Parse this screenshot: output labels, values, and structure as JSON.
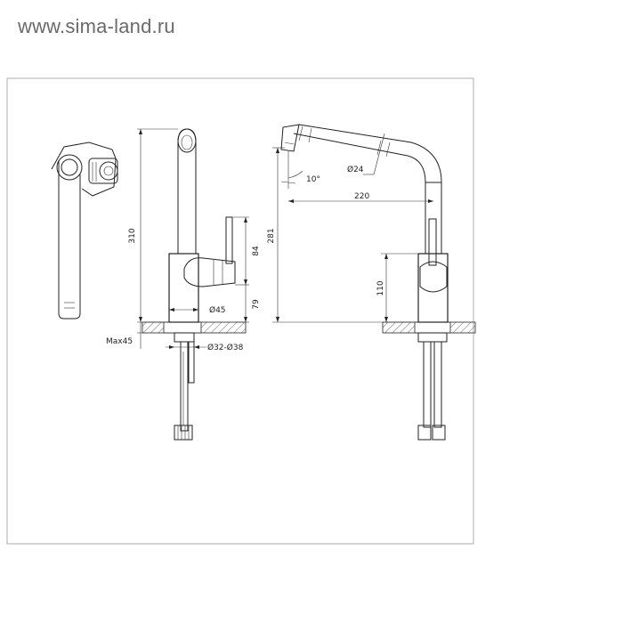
{
  "watermark": "www.sima-land.ru",
  "dimensions": {
    "side_total_height": "310",
    "side_lever_height": "84",
    "side_base_height": "79",
    "side_body_diameter": "Ø45",
    "side_max_thickness": "Max45",
    "side_hole_diameter": "Ø32-Ø38",
    "front_spout_angle": "10°",
    "front_spout_diameter": "Ø24",
    "front_reach": "220",
    "front_spout_height": "281",
    "front_lever_height": "110"
  }
}
